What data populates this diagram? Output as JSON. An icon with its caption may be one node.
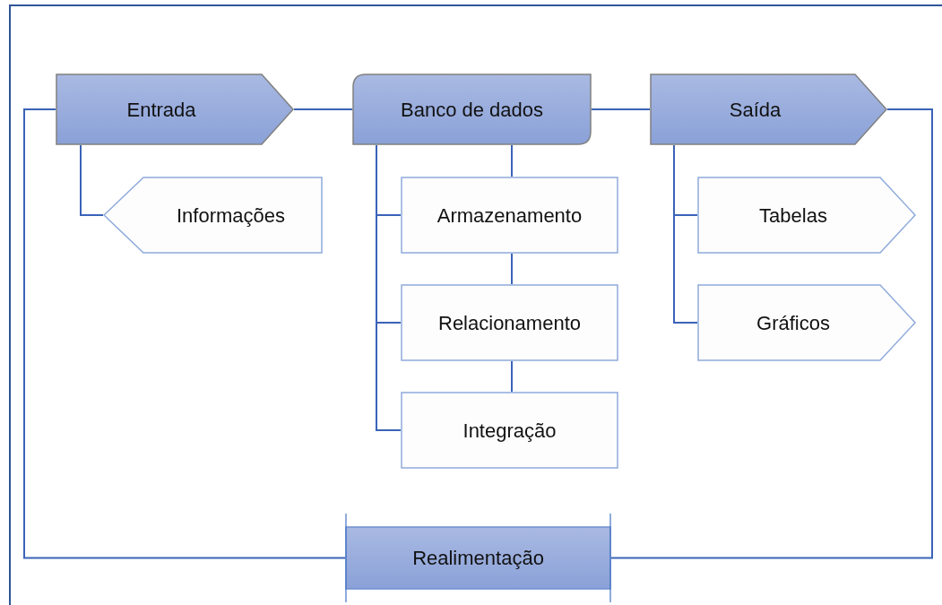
{
  "diagram": {
    "nodes": [
      {
        "text": [
          "Entrada"
        ]
      },
      {
        "text": [
          "Banco de dados"
        ]
      },
      {
        "text": [
          "Saída"
        ]
      },
      {
        "text": [
          "Informações"
        ]
      },
      {
        "text": [
          "Armazenamento"
        ]
      },
      {
        "text": [
          "Relacionamento"
        ]
      },
      {
        "text": [
          "Integração"
        ]
      },
      {
        "text": [
          "Tabelas"
        ]
      },
      {
        "text": [
          "Gráficos"
        ]
      },
      {
        "text": [
          "Realimentação"
        ]
      }
    ],
    "edges": [
      {
        "from": 0,
        "to": 1,
        "arrow": "none"
      },
      {
        "from": 1,
        "to": 2,
        "arrow": "none"
      },
      {
        "from": 0,
        "to": 3,
        "arrow": "none"
      },
      {
        "from": 1,
        "to": 4,
        "arrow": "none"
      },
      {
        "from": 1,
        "to": 5,
        "arrow": "none"
      },
      {
        "from": 1,
        "to": 6,
        "arrow": "none"
      },
      {
        "from": 1,
        "to": 4,
        "arrow": "none"
      },
      {
        "from": 4,
        "to": 5,
        "arrow": "none"
      },
      {
        "from": 5,
        "to": 6,
        "arrow": "none"
      },
      {
        "from": 2,
        "to": 7,
        "arrow": "none"
      },
      {
        "from": 2,
        "to": 8,
        "arrow": "none"
      },
      {
        "from": 2,
        "to": 9,
        "arrow": "none"
      },
      {
        "from": 9,
        "to": 0,
        "arrow": "none"
      }
    ]
  }
}
